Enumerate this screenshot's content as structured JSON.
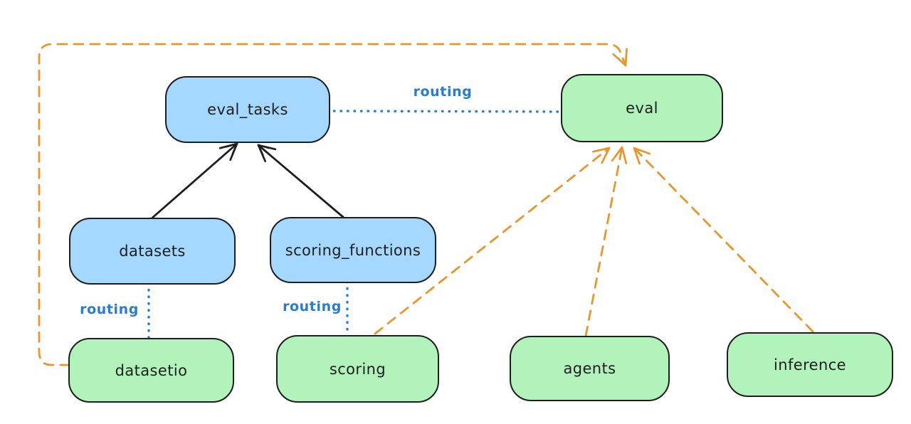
{
  "diagram": {
    "nodes": {
      "eval_tasks": {
        "label": "eval_tasks",
        "kind": "registry",
        "fill": "#a5d8ff"
      },
      "eval": {
        "label": "eval",
        "kind": "api",
        "fill": "#b2f2bb"
      },
      "datasets": {
        "label": "datasets",
        "kind": "registry",
        "fill": "#a5d8ff"
      },
      "scoring_functions": {
        "label": "scoring_functions",
        "kind": "registry",
        "fill": "#a5d8ff"
      },
      "datasetio": {
        "label": "datasetio",
        "kind": "api",
        "fill": "#b2f2bb"
      },
      "scoring": {
        "label": "scoring",
        "kind": "api",
        "fill": "#b2f2bb"
      },
      "agents": {
        "label": "agents",
        "kind": "api",
        "fill": "#b2f2bb"
      },
      "inference": {
        "label": "inference",
        "kind": "api",
        "fill": "#b2f2bb"
      }
    },
    "edges": [
      {
        "from": "eval_tasks",
        "to": "eval",
        "style": "dotted-blue",
        "label": "routing"
      },
      {
        "from": "datasets",
        "to": "eval_tasks",
        "style": "solid-black-arrow",
        "label": ""
      },
      {
        "from": "scoring_functions",
        "to": "eval_tasks",
        "style": "solid-black-arrow",
        "label": ""
      },
      {
        "from": "datasets",
        "to": "datasetio",
        "style": "dotted-blue",
        "label": "routing"
      },
      {
        "from": "scoring_functions",
        "to": "scoring",
        "style": "dotted-blue",
        "label": "routing"
      },
      {
        "from": "datasetio",
        "to": "eval",
        "style": "dashed-orange-arrow",
        "label": ""
      },
      {
        "from": "scoring",
        "to": "eval",
        "style": "dashed-orange-arrow",
        "label": ""
      },
      {
        "from": "agents",
        "to": "eval",
        "style": "dashed-orange-arrow",
        "label": ""
      },
      {
        "from": "inference",
        "to": "eval",
        "style": "dashed-orange-arrow",
        "label": ""
      }
    ],
    "colors": {
      "registry_fill": "#a5d8ff",
      "api_fill": "#b2f2bb",
      "node_stroke": "#1e1e1e",
      "routing_blue": "#2b7bce",
      "provider_orange": "#e8962d",
      "background": "#ffffff"
    }
  }
}
